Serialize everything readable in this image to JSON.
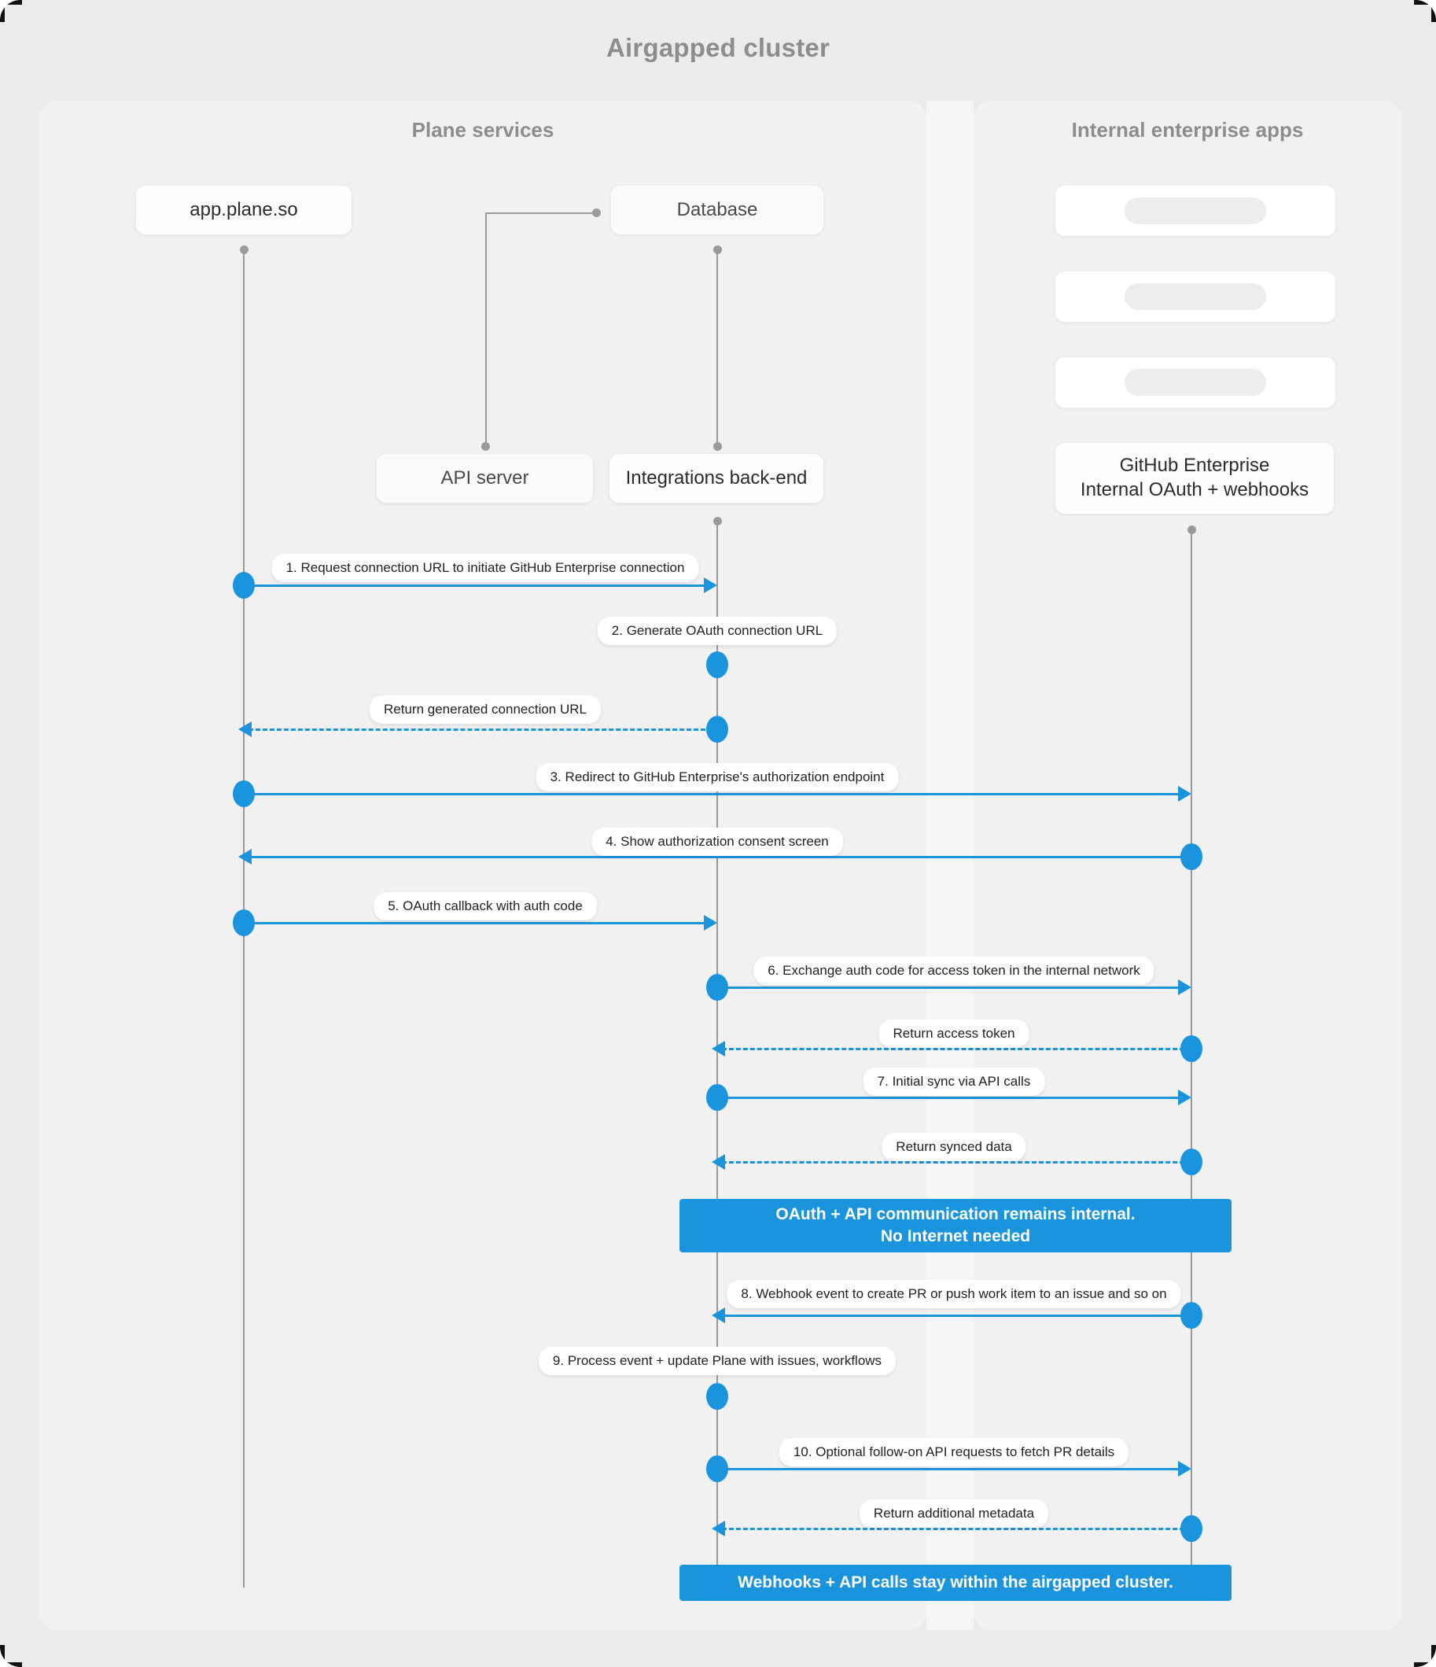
{
  "diagram": {
    "title": "Airgapped cluster",
    "type": "sequence-diagram",
    "accent_color": "#1b94de",
    "background_color": "#ebebeb",
    "panel_color": "#f1f1f1",
    "lifeline_color": "#9a9a9a"
  },
  "panels": [
    {
      "id": "plane",
      "title": "Plane services"
    },
    {
      "id": "enterprise",
      "title": "Internal enterprise apps"
    }
  ],
  "participants": [
    {
      "id": "app",
      "label": "app.plane.so"
    },
    {
      "id": "db",
      "label": "Database"
    },
    {
      "id": "api",
      "label": "API server"
    },
    {
      "id": "intg",
      "label": "Integrations back-end"
    },
    {
      "id": "ghe",
      "label": "GitHub Enterprise\nInternal OAuth + webhooks"
    }
  ],
  "placeholders": [
    {
      "id": "ph1",
      "label": ""
    },
    {
      "id": "ph2",
      "label": ""
    },
    {
      "id": "ph3",
      "label": ""
    }
  ],
  "messages": [
    {
      "n": 1,
      "text": "1. Request connection URL to initiate GitHub Enterprise connection",
      "from": "app",
      "to": "intg",
      "style": "solid",
      "dir": "right"
    },
    {
      "n": 2,
      "text": "2. Generate OAuth connection URL",
      "from": "intg",
      "to": "intg",
      "style": "self",
      "dir": "self"
    },
    {
      "n": 3,
      "text": "Return generated connection URL",
      "from": "intg",
      "to": "app",
      "style": "dashed",
      "dir": "left"
    },
    {
      "n": 4,
      "text": "3. Redirect to GitHub Enterprise's authorization endpoint",
      "from": "app",
      "to": "ghe",
      "style": "solid",
      "dir": "right"
    },
    {
      "n": 5,
      "text": "4. Show authorization consent screen",
      "from": "ghe",
      "to": "app",
      "style": "solid",
      "dir": "left"
    },
    {
      "n": 6,
      "text": "5. OAuth callback with auth code",
      "from": "app",
      "to": "intg",
      "style": "solid",
      "dir": "right"
    },
    {
      "n": 7,
      "text": "6. Exchange auth code for access token in the internal network",
      "from": "intg",
      "to": "ghe",
      "style": "solid",
      "dir": "right"
    },
    {
      "n": 8,
      "text": "Return access token",
      "from": "ghe",
      "to": "intg",
      "style": "dashed",
      "dir": "left"
    },
    {
      "n": 9,
      "text": "7. Initial sync via API calls",
      "from": "intg",
      "to": "ghe",
      "style": "solid",
      "dir": "right"
    },
    {
      "n": 10,
      "text": "Return synced data",
      "from": "ghe",
      "to": "intg",
      "style": "dashed",
      "dir": "left"
    },
    {
      "n": 11,
      "text": "8. Webhook event to create PR  or push work item to an issue  and so on",
      "from": "ghe",
      "to": "intg",
      "style": "solid",
      "dir": "left"
    },
    {
      "n": 12,
      "text": "9. Process event + update Plane with issues, workflows",
      "from": "intg",
      "to": "intg",
      "style": "self",
      "dir": "self"
    },
    {
      "n": 13,
      "text": "10. Optional follow-on API requests to fetch PR details",
      "from": "intg",
      "to": "ghe",
      "style": "solid",
      "dir": "right"
    },
    {
      "n": 14,
      "text": "Return additional metadata",
      "from": "ghe",
      "to": "intg",
      "style": "dashed",
      "dir": "left"
    }
  ],
  "notes": [
    {
      "id": "note1",
      "line1": "OAuth + API communication remains internal.",
      "line2": "No Internet needed"
    },
    {
      "id": "note2",
      "line1": "Webhooks + API calls stay within the airgapped cluster.",
      "line2": ""
    }
  ]
}
